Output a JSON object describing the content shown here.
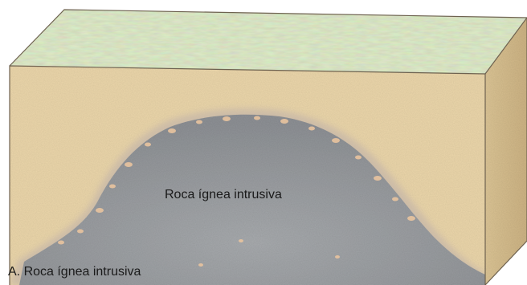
{
  "diagram": {
    "intrusion_label": "Roca ígnea intrusiva",
    "caption": "A. Roca ígnea intrusiva"
  },
  "colors": {
    "country_rock_front": "#ecd7ab",
    "country_rock_side": "#d9c192",
    "surface_top": "#cfd9b2",
    "intrusion_gray": "#9c9fa2",
    "intrusion_halo": "#c9b9a8",
    "xenolith_spots": "#e9c49f"
  },
  "icons": {
    "intrusion": "igneous-intrusion-shape",
    "surface": "vegetated-surface-texture"
  }
}
